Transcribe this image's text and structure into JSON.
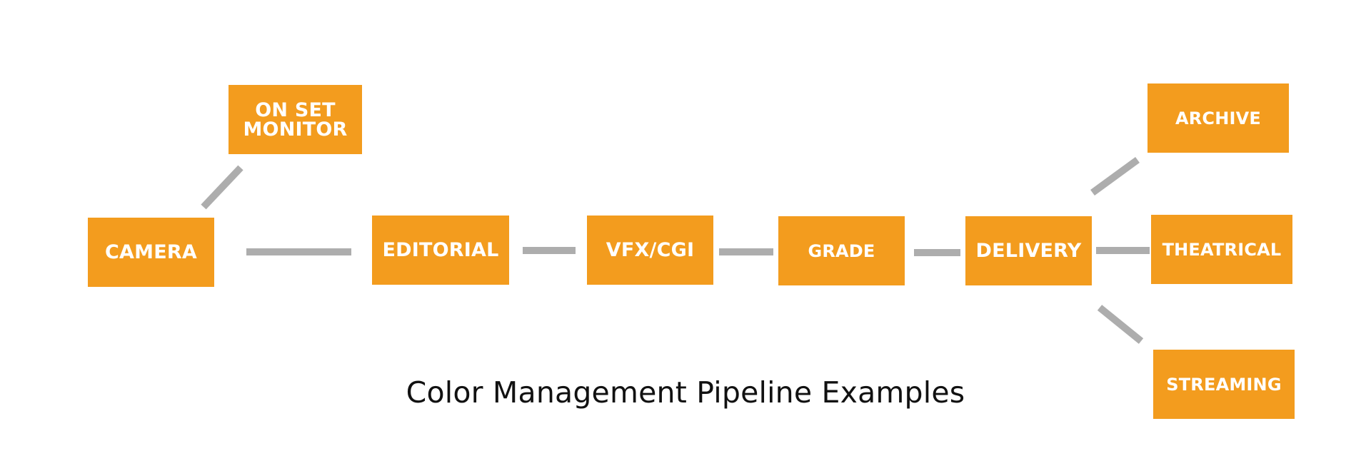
{
  "title": "Color Management Pipeline Examples",
  "colors": {
    "box": "#F39C1E",
    "box_text": "#FFFFFF",
    "connector": "#ADADAD",
    "title_text": "#111111",
    "background": "#FFFFFF"
  },
  "nodes": {
    "on_set_monitor": "ON SET\nMONITOR",
    "camera": "CAMERA",
    "editorial": "EDITORIAL",
    "vfx_cgi": "VFX/CGI",
    "grade": "GRADE",
    "delivery": "DELIVERY",
    "archive": "ARCHIVE",
    "theatrical": "THEATRICAL",
    "streaming": "STREAMING"
  }
}
